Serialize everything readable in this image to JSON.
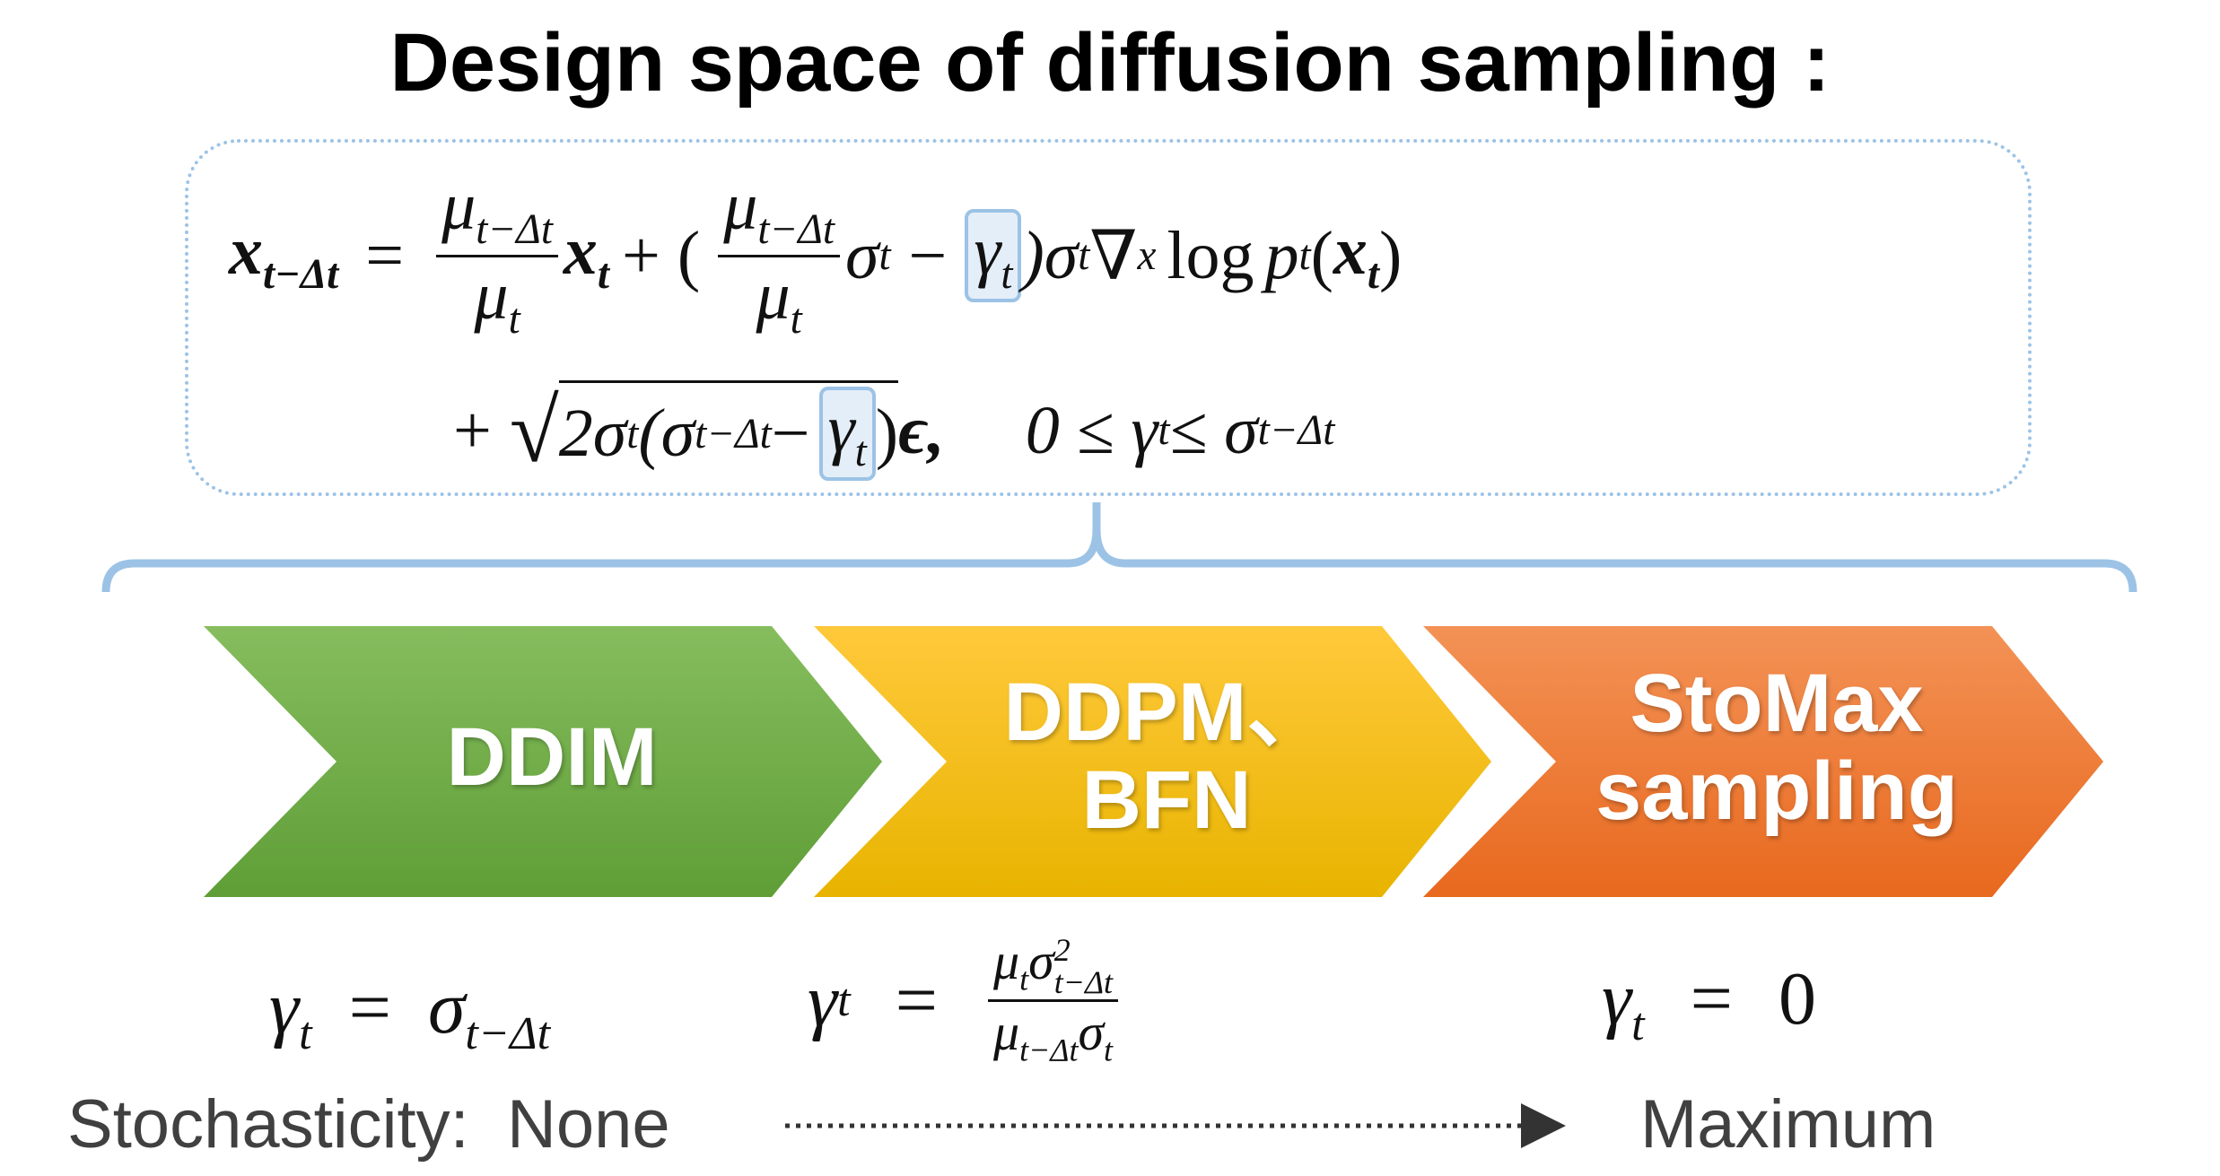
{
  "title": "Design space of diffusion sampling :",
  "equation": {
    "line1": {
      "lhs": "x",
      "lhs_sub": "t−Δt",
      "eq": "=",
      "frac1_num": "μ",
      "frac1_num_sub": "t−Δt",
      "frac1_den": "μ",
      "frac1_den_sub": "t",
      "x_t": "x",
      "x_t_sub": "t",
      "plus_paren": "+ (",
      "frac2_num": "μ",
      "frac2_num_sub": "t−Δt",
      "frac2_den": "μ",
      "frac2_den_sub": "t",
      "sigma_t": "σ",
      "sigma_t_sub": "t",
      "minus": "−",
      "gamma": "γ",
      "gamma_sub": "t",
      "rest": ")σ",
      "rest_sub": "t",
      "grad": "∇",
      "grad_sub": "x",
      "log": "log",
      "p": "p",
      "p_sub": "t",
      "arg_open": "(",
      "arg_x": "x",
      "arg_x_sub": "t",
      "arg_close": ")"
    },
    "line2": {
      "plus": "+",
      "sqrt": "√",
      "inner_a": "2σ",
      "inner_a_sub": "t",
      "inner_b": "(σ",
      "inner_b_sub": "t−Δt",
      "minus": " −",
      "gamma": "γ",
      "gamma_sub": "t",
      "close": ")",
      "eps": "ϵ,",
      "constraint_a": "0 ≤ γ",
      "constraint_a_sub": "t",
      "constraint_b": " ≤ σ",
      "constraint_b_sub": "t−Δt"
    }
  },
  "stages": [
    {
      "label_1": "DDIM",
      "label_2": "",
      "color_top": "#86bd5e",
      "color_bottom": "#5f9e37"
    },
    {
      "label_1": "DDPM、",
      "label_2": "BFN",
      "color_top": "#ffc93b",
      "color_bottom": "#e8b400"
    },
    {
      "label_1": "StoMax",
      "label_2": "sampling",
      "color_top": "#f39256",
      "color_bottom": "#e8691e"
    }
  ],
  "formulas": {
    "ddim": {
      "gamma": "γ",
      "gamma_sub": "t",
      "eq": "=",
      "rhs": "σ",
      "rhs_sub": "t−Δt"
    },
    "ddpm": {
      "gamma": "γ",
      "gamma_sub": "t",
      "eq": "=",
      "num_a": "μ",
      "num_a_sub": "t",
      "num_b": "σ",
      "num_b_sup": "2",
      "num_b_sub": "t−Δt",
      "den_a": "μ",
      "den_a_sub": "t−Δt",
      "den_b": "σ",
      "den_b_sub": "t"
    },
    "stomax": {
      "gamma": "γ",
      "gamma_sub": "t",
      "eq": "=",
      "rhs": "0"
    }
  },
  "stochasticity": {
    "label": "Stochasticity:",
    "low": "None",
    "high": "Maximum"
  },
  "colors": {
    "accent_blue": "#9cc3e6",
    "text_gray": "#404040"
  }
}
